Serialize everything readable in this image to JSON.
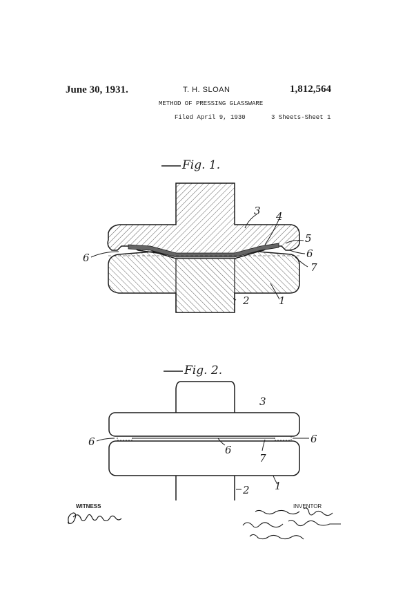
{
  "header": {
    "date": "June 30, 1931.",
    "inventor": "T. H. SLOAN",
    "patent_number": "1,812,564",
    "title": "METHOD OF PRESSING GLASSWARE",
    "filed": "Filed April 9, 1930",
    "sheets": "3 Sheets-Sheet 1"
  },
  "figures": {
    "fig1": {
      "label": "Fig. 1.",
      "refs": {
        "r1": "1",
        "r2": "2",
        "r3": "3",
        "r4": "4",
        "r5": "5",
        "r6a": "6",
        "r6b": "6",
        "r7": "7"
      }
    },
    "fig2": {
      "label": "Fig. 2.",
      "refs": {
        "r1": "1",
        "r2": "2",
        "r3": "3",
        "r6a": "6",
        "r6b": "6",
        "r6c": "6",
        "r7": "7"
      }
    }
  },
  "footer": {
    "witness_label": "WITNESS",
    "inventor_label": "INVENTOR"
  }
}
